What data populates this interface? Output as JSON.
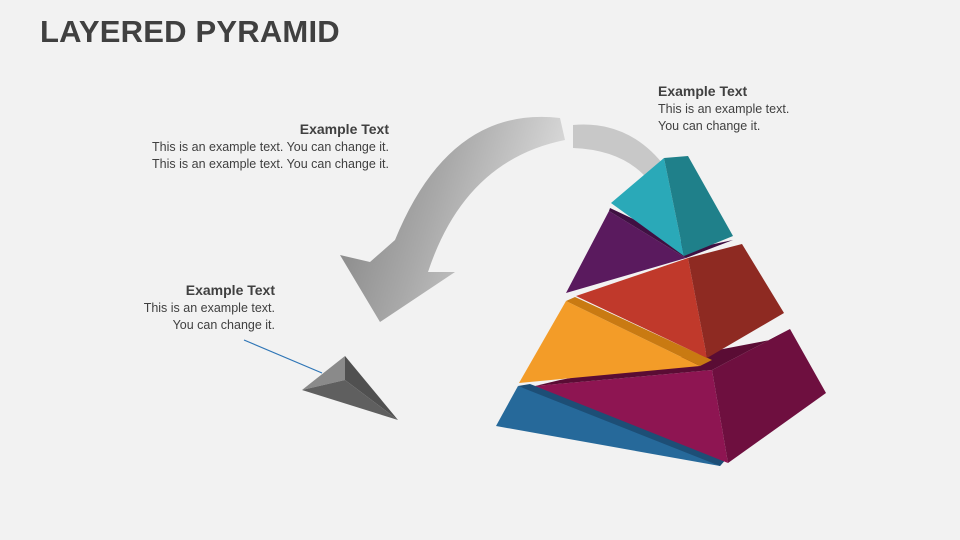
{
  "title": "LAYERED PYRAMID",
  "colors": {
    "background": "#f2f2f2",
    "title": "#404040",
    "text": "#404040",
    "tier_top": "#2aa9b8",
    "tier_purple": "#5a1a5e",
    "tier_red": "#c0392b",
    "tier_orange": "#f39c28",
    "tier_magenta": "#8e1552",
    "tier_blue": "#26699a",
    "loose_piece": "#707070",
    "leader_line": "#2e75b6"
  },
  "blocks": [
    {
      "heading": "Example Text",
      "lines": [
        "This is an example text.",
        "You can change it."
      ]
    },
    {
      "heading": "Example Text",
      "lines": [
        "This is an example text. You can change it.",
        "This is an example text. You can change it."
      ]
    },
    {
      "heading": "Example Text",
      "lines": [
        "This is an example text.",
        "You can change it."
      ]
    }
  ]
}
